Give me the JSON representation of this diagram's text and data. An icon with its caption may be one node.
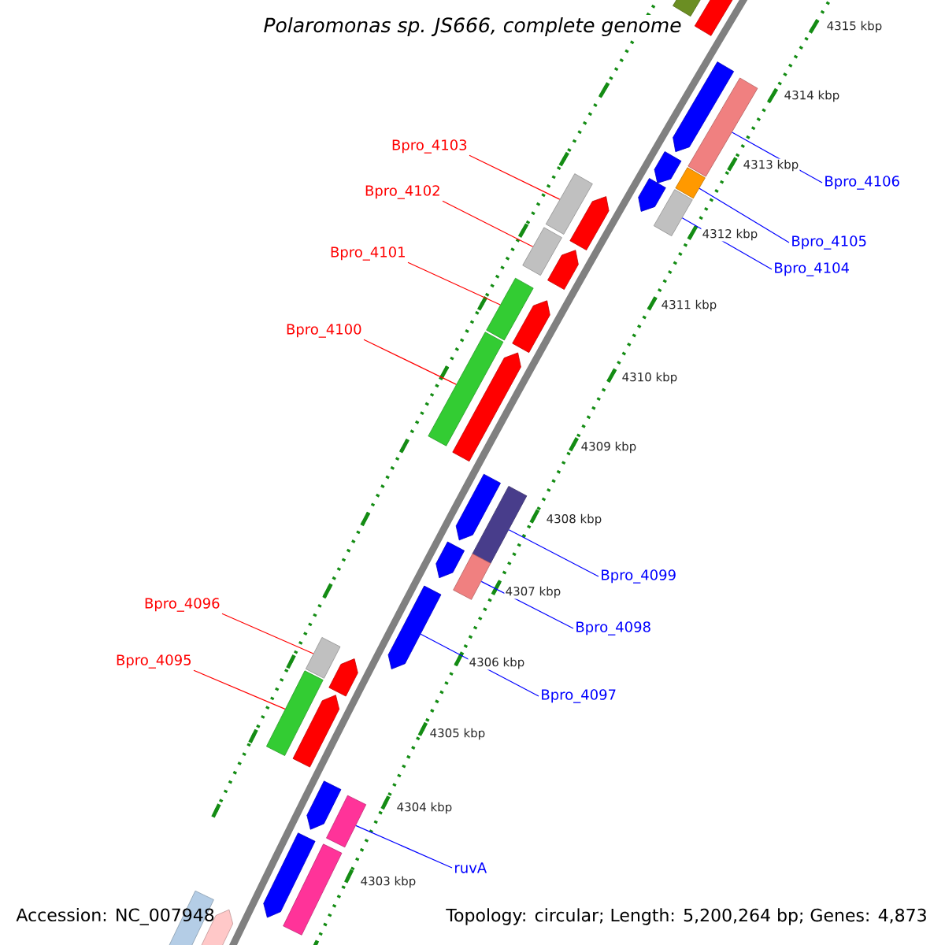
{
  "diagram": {
    "title": "Polaromonas sp. JS666, complete genome",
    "nodes": [
      {
        "text": [
          "Bpro_4106"
        ]
      },
      {
        "text": [
          "Bpro_4103"
        ]
      },
      {
        "text": [
          "Bpro_4102"
        ]
      },
      {
        "text": [
          "Bpro_4105"
        ]
      },
      {
        "text": [
          "Bpro_4104"
        ]
      },
      {
        "text": [
          "Bpro_4101"
        ]
      },
      {
        "text": [
          "Bpro_4100"
        ]
      },
      {
        "text": [
          "Bpro_4099"
        ]
      },
      {
        "text": [
          "Bpro_4096"
        ]
      },
      {
        "text": [
          "Bpro_4098"
        ]
      },
      {
        "text": [
          "Bpro_4095"
        ]
      },
      {
        "text": [
          "Bpro_4097"
        ]
      },
      {
        "text": [
          "ruvA"
        ]
      },
      {
        "text": [],
        "shape": "bar"
      },
      {
        "text": [],
        "shape": "bar"
      },
      {
        "text": [],
        "shape": "bar"
      },
      {
        "text": [],
        "shape": "bar"
      },
      {
        "text": [],
        "shape": "bar"
      },
      {
        "text": [],
        "shape": "bar"
      },
      {
        "text": [],
        "shape": "bar"
      },
      {
        "text": [],
        "shape": "bar"
      },
      {
        "text": [],
        "shape": "bar"
      },
      {
        "text": [],
        "shape": "bar"
      },
      {
        "text": [],
        "shape": "bar"
      },
      {
        "text": [],
        "shape": "arrow"
      },
      {
        "text": [],
        "shape": "bar"
      },
      {
        "text": [],
        "shape": "arrow"
      },
      {
        "text": [],
        "shape": "bar"
      },
      {
        "text": [],
        "shape": "arrow"
      },
      {
        "text": [],
        "shape": "arrow"
      },
      {
        "text": [],
        "shape": "arrow"
      },
      {
        "text": [],
        "shape": "arrow"
      },
      {
        "text": [],
        "shape": "arrow"
      },
      {
        "text": [],
        "shape": "arrow"
      },
      {
        "text": [],
        "shape": "arrow"
      },
      {
        "text": [],
        "shape": "arrow"
      },
      {
        "text": [],
        "shape": "arrow"
      },
      {
        "text": [],
        "shape": "arrow"
      },
      {
        "text": [],
        "shape": "arrow"
      },
      {
        "text": [],
        "shape": "arrow"
      },
      {
        "text": [],
        "shape": "arrow"
      },
      {
        "text": [],
        "shape": "bar"
      },
      {
        "text": [],
        "shape": "bar"
      },
      {
        "text": [],
        "shape": "arrow"
      }
    ],
    "edges": [
      {
        "from": 0,
        "to": 13,
        "arrow": "none"
      },
      {
        "from": 1,
        "to": 14,
        "arrow": "none",
        "color": "#ff0000"
      },
      {
        "from": 2,
        "to": 15,
        "arrow": "none",
        "color": "#ff0000"
      },
      {
        "from": 3,
        "to": 16,
        "arrow": "none"
      },
      {
        "from": 4,
        "to": 17,
        "arrow": "none"
      },
      {
        "from": 5,
        "to": 18,
        "arrow": "none",
        "color": "#ff0000"
      },
      {
        "from": 6,
        "to": 19,
        "arrow": "none",
        "color": "#ff0000"
      },
      {
        "from": 7,
        "to": 20,
        "arrow": "none"
      },
      {
        "from": 8,
        "to": 21,
        "arrow": "none",
        "color": "#ff0000"
      },
      {
        "from": 9,
        "to": 22,
        "arrow": "none"
      },
      {
        "from": 10,
        "to": 23,
        "arrow": "none",
        "color": "#ff0000"
      },
      {
        "from": 11,
        "to": 24,
        "arrow": "none"
      },
      {
        "from": 12,
        "to": 25,
        "arrow": "none"
      }
    ],
    "labels": [
      "4315 kbp",
      "4314 kbp",
      "4313 kbp",
      "4312 kbp",
      "4311 kbp",
      "4310 kbp",
      "4309 kbp",
      "4308 kbp",
      "4307 kbp",
      "4306 kbp",
      "4305 kbp",
      "4304 kbp",
      "4303 kbp",
      "Accession: NC_007948",
      "Topology: circular; Length: 5,200,264 bp; Genes: 4,873"
    ]
  }
}
